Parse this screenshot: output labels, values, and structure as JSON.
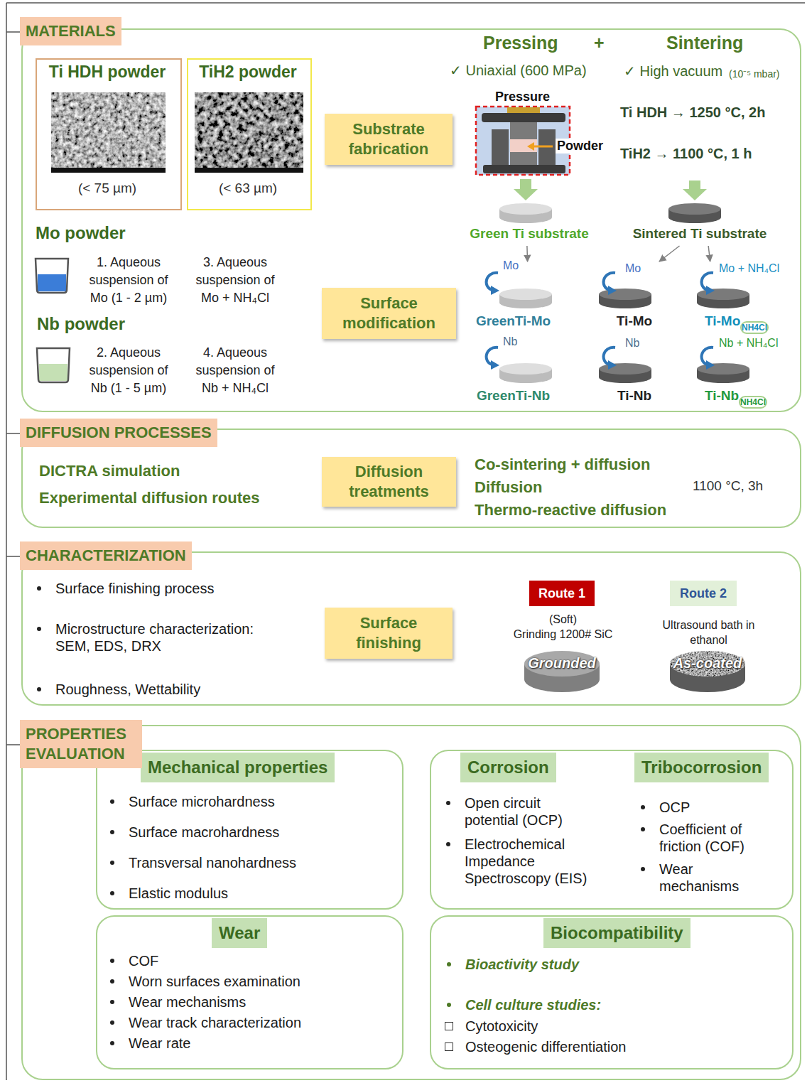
{
  "diagram": {
    "nodes": [
      {
        "text": [
          "MATERIALS"
        ]
      },
      {
        "text": [
          "Ti HDH powder",
          "(< 75 µm)"
        ],
        "in": 0
      },
      {
        "text": [
          "TiH2 powder",
          "(< 63 µm)"
        ],
        "in": 0
      },
      {
        "text": [
          "Substrate fabrication"
        ],
        "in": 0
      },
      {
        "text": [
          "Surface modification"
        ],
        "in": 0
      },
      {
        "text": [
          "Green Ti substrate"
        ],
        "in": 0
      },
      {
        "text": [
          "Sintered Ti substrate"
        ],
        "in": 0
      },
      {
        "text": [
          "Mo",
          "GreenTi-Mo"
        ],
        "in": 0
      },
      {
        "text": [
          "Mo",
          "Ti-Mo"
        ],
        "in": 0
      },
      {
        "text": [
          "Mo + NH₄Cl",
          "Ti-Mo",
          "NH4Cl"
        ],
        "in": 0
      },
      {
        "text": [
          "Nb",
          "GreenTi-Nb"
        ],
        "in": 0
      },
      {
        "text": [
          "Nb",
          "Ti-Nb"
        ],
        "in": 0
      },
      {
        "text": [
          "Nb + NH₄Cl",
          "Ti-Nb",
          "NH4Cl"
        ],
        "in": 0
      },
      {
        "text": [
          "DIFFUSION PROCESSES"
        ]
      },
      {
        "text": [
          "Diffusion treatments"
        ],
        "in": 13
      },
      {
        "text": [
          "CHARACTERIZATION"
        ]
      },
      {
        "text": [
          "Surface finishing"
        ],
        "in": 15
      },
      {
        "text": [
          "Route 1"
        ],
        "in": 15
      },
      {
        "text": [
          "Route 2"
        ],
        "in": 15
      },
      {
        "text": [
          "Grounded"
        ],
        "in": 15
      },
      {
        "text": [
          "As-coated"
        ],
        "in": 15
      },
      {
        "text": [
          "PROPERTIES EVALUATION"
        ]
      },
      {
        "text": [
          "Mechanical properties",
          "Surface microhardness",
          "Surface macrohardness",
          "Transversal nanohardness",
          "Elastic modulus"
        ],
        "in": 21
      },
      {
        "text": [
          "Corrosion",
          "Tribocorrosion",
          "Open circuit potential (OCP)",
          "Electrochemical Impedance Spectroscopy (EIS)",
          "OCP",
          "Coefficient of friction (COF)",
          "Wear mechanisms"
        ],
        "in": 21
      },
      {
        "text": [
          "Wear",
          "COF",
          "Worn surfaces examination",
          "Wear mechanisms",
          "Wear track characterization",
          "Wear rate"
        ],
        "in": 21
      },
      {
        "text": [
          "Biocompatibility",
          "Bioactivity study",
          "Cell culture studies:",
          "Cytotoxicity",
          "Osteogenic differentiation"
        ],
        "in": 21
      }
    ],
    "edges": [
      {
        "from": 5,
        "to": 7,
        "arrow": "to"
      },
      {
        "from": 6,
        "to": 8,
        "arrow": "to"
      },
      {
        "from": 6,
        "to": 9,
        "arrow": "to"
      }
    ],
    "labels": [
      "Mo powder",
      "1. Aqueous suspension of Mo (1 - 2 µm)",
      "3. Aqueous suspension of Mo + NH₄Cl",
      "Nb powder",
      "2. Aqueous suspension of Nb (1 - 5 µm)",
      "4. Aqueous suspension of Nb + NH₄Cl",
      "Pressing",
      "+",
      "Sintering",
      "✓ Uniaxial (600 MPa)",
      "✓ High vacuum",
      "(10⁻⁵ mbar)",
      "Pressure",
      "Powder",
      "Ti HDH → 1250 °C, 2h",
      "TiH2 → 1100 °C, 1 h",
      "DICTRA simulation",
      "Experimental diffusion routes",
      "Co-sintering + diffusion",
      "Diffusion",
      "Thermo-reactive diffusion",
      "1100 °C, 3h",
      "Surface finishing process",
      "Microstructure characterization: SEM, EDS, DRX",
      "Roughness, Wettability",
      "(Soft)",
      "Grinding 1200# SiC",
      "Ultrasound bath in ethanol"
    ]
  }
}
